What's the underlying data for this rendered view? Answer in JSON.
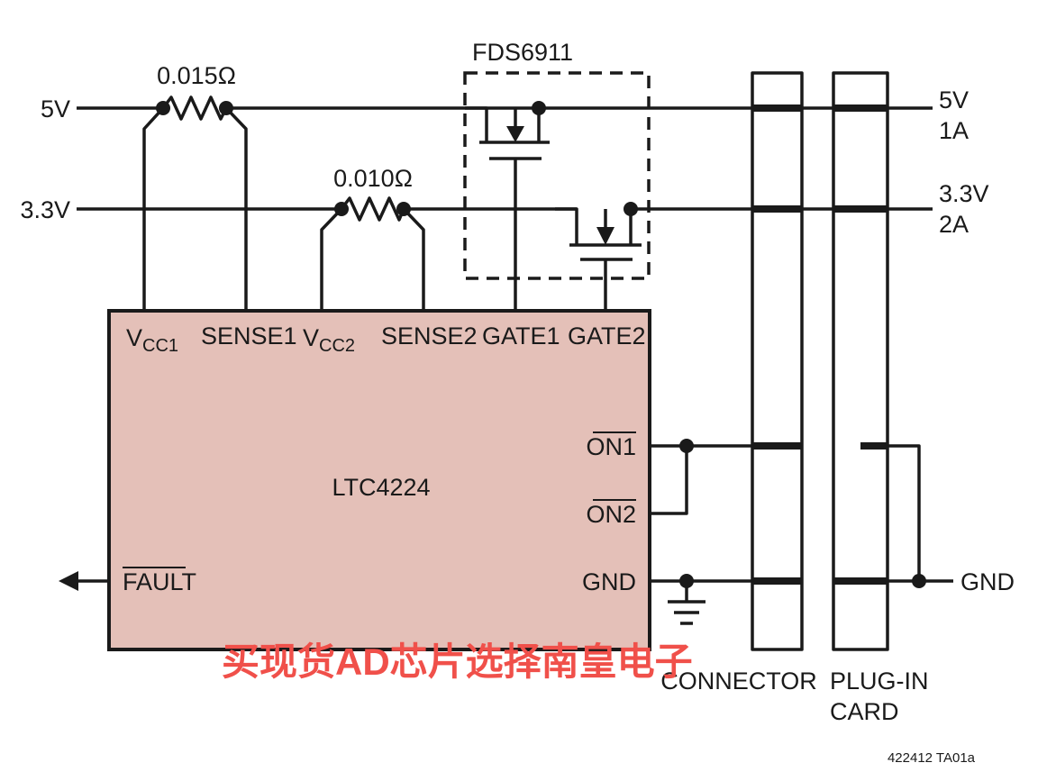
{
  "rails": {
    "in_5v": "5V",
    "in_3v3": "3.3V",
    "out_5v_voltage": "5V",
    "out_5v_current": "1A",
    "out_3v3_voltage": "3.3V",
    "out_3v3_current": "2A",
    "gnd_out": "GND"
  },
  "resistors": {
    "r1_value": "0.015Ω",
    "r2_value": "0.010Ω"
  },
  "mosfet": {
    "part": "FDS6911"
  },
  "ic": {
    "name": "LTC4224",
    "fill_color": "#e4c0b8",
    "pins": {
      "vcc1_main": "V",
      "vcc1_sub": "CC1",
      "sense1": "SENSE1",
      "vcc2_main": "V",
      "vcc2_sub": "CC2",
      "sense2": "SENSE2",
      "gate1": "GATE1",
      "gate2": "GATE2",
      "on1": "ON1",
      "on2": "ON2",
      "gnd": "GND",
      "fault": "FAULT"
    }
  },
  "labels": {
    "connector": "CONNECTOR",
    "plugin_line1": "PLUG-IN",
    "plugin_line2": "CARD",
    "figure_id": "422412 TA01a"
  },
  "watermark": {
    "text": "买现货AD芯片选择南皇电子",
    "color": "#f0504a"
  }
}
